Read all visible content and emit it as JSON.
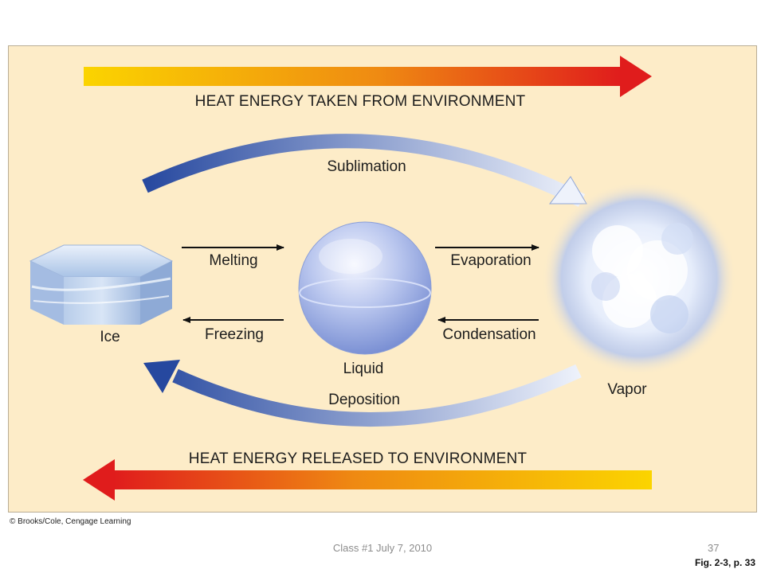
{
  "diagram": {
    "heat_taken": "HEAT ENERGY TAKEN FROM ENVIRONMENT",
    "heat_released": "HEAT ENERGY RELEASED TO ENVIRONMENT",
    "processes": {
      "sublimation": "Sublimation",
      "melting": "Melting",
      "freezing": "Freezing",
      "evaporation": "Evaporation",
      "condensation": "Condensation",
      "deposition": "Deposition"
    },
    "states": {
      "ice": "Ice",
      "liquid": "Liquid",
      "vapor": "Vapor"
    },
    "colors": {
      "panel_bg": "#fdecc8",
      "heat_warm": "#e01c1c",
      "heat_cool": "#f9d400",
      "phase_arrow_dark": "#2c4ea6",
      "phase_arrow_light": "#e3e9f7"
    }
  },
  "credit": "© Brooks/Cole, Cengage Learning",
  "footer": {
    "class_label": "Class #1 July 7, 2010",
    "page_number": "37",
    "figure_ref": "Fig. 2-3, p. 33"
  }
}
